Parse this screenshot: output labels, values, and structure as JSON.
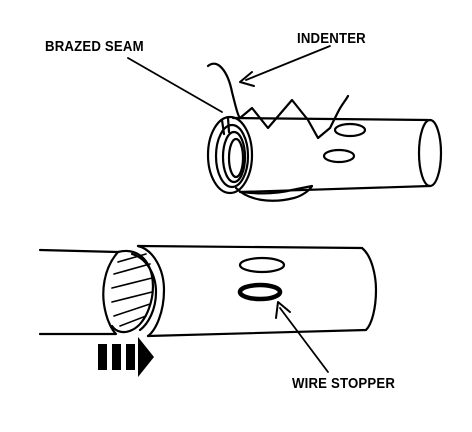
{
  "labels": {
    "brazed_seam": "BRAZED SEAM",
    "indenter": "INDENTER",
    "wire_stopper": "WIRE STOPPER"
  },
  "icons": {
    "insertion_arrow": "triple-bar-arrow-right"
  },
  "colors": {
    "ink": "#000000",
    "background": "#ffffff"
  }
}
